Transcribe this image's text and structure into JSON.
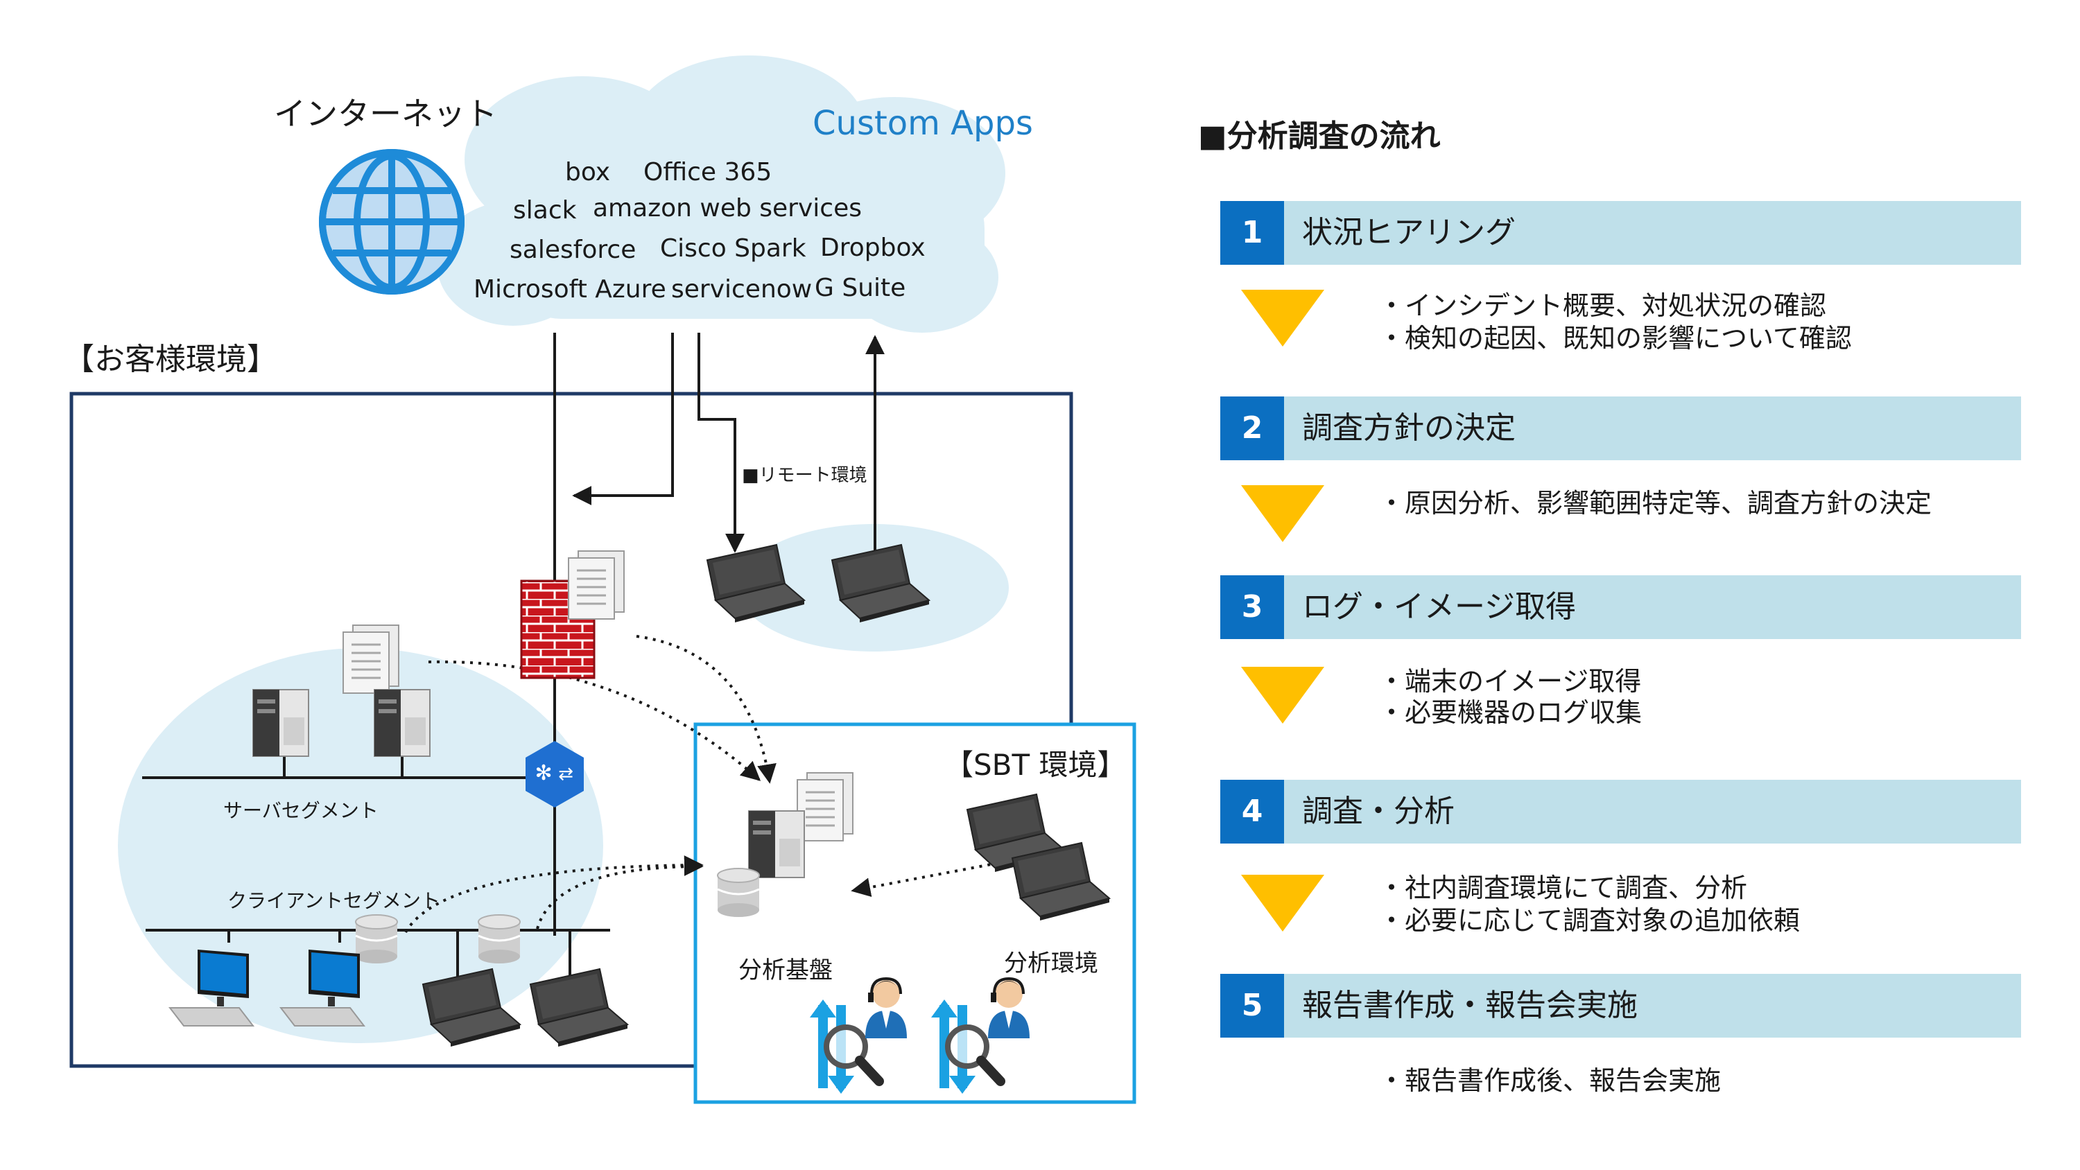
{
  "internet_label": "インターネット",
  "cloud": {
    "title": "Custom Apps",
    "apps": [
      "box",
      "Office 365",
      "slack",
      "amazon web services",
      "salesforce",
      "Cisco Spark",
      "Dropbox",
      "Microsoft Azure",
      "servicenow",
      "G Suite"
    ]
  },
  "customer_env_label": "【お客様環境】",
  "remote_env_label": "■リモート環境",
  "server_segment_label": "サーバセグメント",
  "client_segment_label": "クライアントセグメント",
  "sbt_env_label": "【SBT 環境】",
  "analysis_platform_label": "分析基盤",
  "analysis_env_label": "分析環境",
  "flow": {
    "title": "■分析調査の流れ",
    "steps": [
      {
        "num": "1",
        "label": "状況ヒアリング",
        "bullets": [
          "・インシデント概要、対処状況の確認",
          "・検知の起因、既知の影響について確認"
        ]
      },
      {
        "num": "2",
        "label": "調査方針の決定",
        "bullets": [
          "・原因分析、影響範囲特定等、調査方針の決定"
        ]
      },
      {
        "num": "3",
        "label": "ログ・イメージ取得",
        "bullets": [
          "・端末のイメージ取得",
          "・必要機器のログ収集"
        ]
      },
      {
        "num": "4",
        "label": "調査・分析",
        "bullets": [
          "・社内調査環境にて調査、分析",
          "・必要に応じて調査対象の追加依頼"
        ]
      },
      {
        "num": "5",
        "label": "報告書作成・報告会実施",
        "bullets": [
          "・報告書作成後、報告会実施"
        ]
      }
    ]
  },
  "colors": {
    "step_number_bg": "#0b6fc1",
    "step_bar_bg": "#bfe0ea",
    "arrow": "#ffbf00",
    "customer_border": "#1f3a66",
    "sbt_border": "#1ba1e2",
    "cloud_fill": "#dceef6",
    "firewall": "#c8161d"
  }
}
